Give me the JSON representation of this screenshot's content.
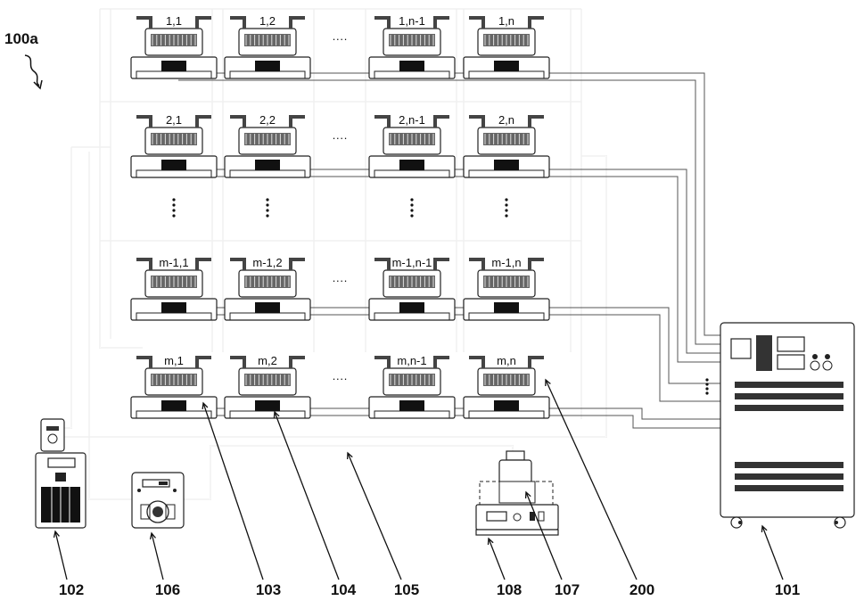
{
  "figure_label": "100a",
  "grid": {
    "rows": [
      [
        "1,1",
        "1,2",
        "1,n-1",
        "1,n"
      ],
      [
        "2,1",
        "2,2",
        "2,n-1",
        "2,n"
      ],
      [
        "m-1,1",
        "m-1,2",
        "m-1,n-1",
        "m-1,n"
      ],
      [
        "m,1",
        "m,2",
        "m,n-1",
        "m,n"
      ]
    ],
    "ellipsis": "····"
  },
  "references": [
    {
      "id": "ref-101",
      "text": "101",
      "meaning": "power supply cabinet"
    },
    {
      "id": "ref-102",
      "text": "102",
      "meaning": "chiller"
    },
    {
      "id": "ref-103",
      "text": "103",
      "meaning": "cell"
    },
    {
      "id": "ref-104",
      "text": "104",
      "meaning": "connector"
    },
    {
      "id": "ref-105",
      "text": "105",
      "meaning": "pipe"
    },
    {
      "id": "ref-106",
      "text": "106",
      "meaning": "peristaltic pump"
    },
    {
      "id": "ref-107",
      "text": "107",
      "meaning": "bottle"
    },
    {
      "id": "ref-108",
      "text": "108",
      "meaning": "stirrer"
    },
    {
      "id": "ref-200",
      "text": "200",
      "meaning": "module"
    }
  ]
}
